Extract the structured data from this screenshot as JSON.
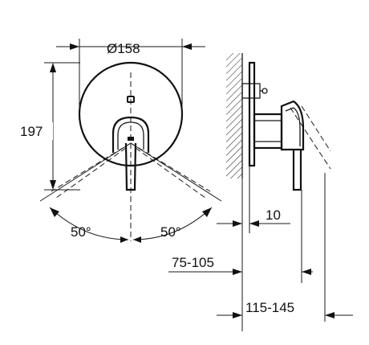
{
  "dimensions": {
    "diameter": "Ø158",
    "height": "197",
    "angle_left": "50°",
    "angle_right": "50°",
    "wall_offset": "10",
    "depth_range_a": "75-105",
    "depth_range_b": "115-145"
  }
}
